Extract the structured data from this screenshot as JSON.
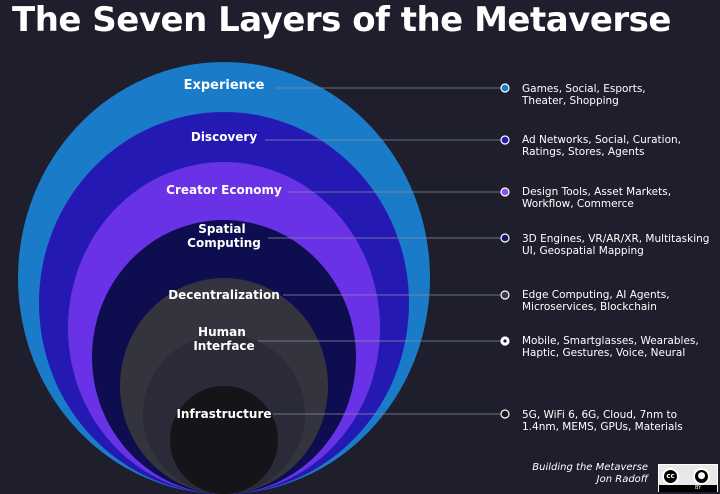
{
  "title": "The Seven Layers of the Metaverse",
  "colors": {
    "background": "#1e1e2c",
    "experience": "#1a7bc8",
    "discovery": "#241ab3",
    "creator_economy": "#6a32e6",
    "spatial_computing": "#0d0d4f",
    "decentralization": "#34343f",
    "human_interface": "#2a2a38",
    "infrastructure": "#141419"
  },
  "layers": [
    {
      "name": "Experience",
      "description": "Games, Social, Esports,\nTheater, Shopping",
      "marker": "#1a7bc8"
    },
    {
      "name": "Discovery",
      "description": "Ad Networks, Social, Curation,\nRatings, Stores, Agents",
      "marker": "#241ab3"
    },
    {
      "name": "Creator Economy",
      "description": "Design Tools, Asset Markets,\nWorkflow, Commerce",
      "marker": "#8b4ff2"
    },
    {
      "name": "Spatial\nComputing",
      "description": "3D Engines, VR/AR/XR, Multitasking\nUI, Geospatial Mapping",
      "marker": "#14146a"
    },
    {
      "name": "Decentralization",
      "description": "Edge Computing, AI Agents,\nMicroservices, Blockchain",
      "marker": "#3a3a46"
    },
    {
      "name": "Human\nInterface",
      "description": "Mobile, Smartglasses, Wearables,\nHaptic, Gestures, Voice, Neural",
      "marker": "#ffffff"
    },
    {
      "name": "Infrastructure",
      "description": "5G, WiFi 6, 6G, Cloud, 7nm to\n1.4nm, MEMS, GPUs, Materials",
      "marker": "#141419"
    }
  ],
  "credit": {
    "line1": "Building the Metaverse",
    "line2": "Jon Radoff"
  },
  "license_badge": {
    "icon": "creative-commons-icon",
    "cc_text": "cc",
    "by_text": "BY"
  }
}
